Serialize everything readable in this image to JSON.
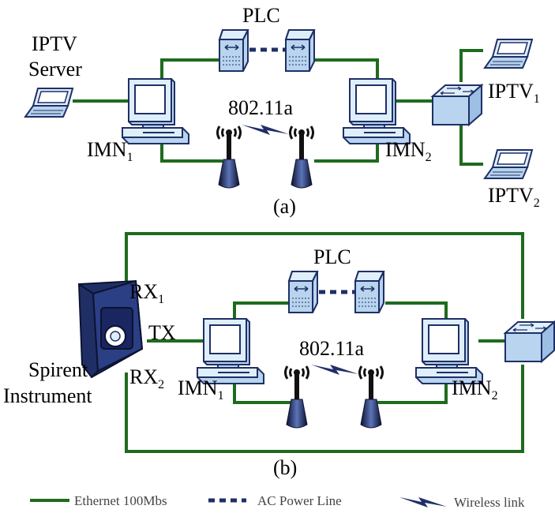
{
  "colors": {
    "ethernet": "#1e6b1e",
    "power_line": "#1f2f66",
    "device_fill": "#b8d4ee",
    "device_stroke": "#1f2f66"
  },
  "panel_a": {
    "caption": "(a)",
    "server_label": [
      "IPTV",
      "Server"
    ],
    "plc_label": "PLC",
    "wifi_label": "802.11a",
    "imn1": {
      "base": "IMN",
      "sub": "1"
    },
    "imn2": {
      "base": "IMN",
      "sub": "2"
    },
    "client1": {
      "base": "IPTV",
      "sub": "1"
    },
    "client2": {
      "base": "IPTV",
      "sub": "2"
    }
  },
  "panel_b": {
    "caption": "(b)",
    "plc_label": "PLC",
    "wifi_label": "802.11a",
    "imn1": {
      "base": "IMN",
      "sub": "1"
    },
    "imn2": {
      "base": "IMN",
      "sub": "2"
    },
    "rx1": {
      "base": "RX",
      "sub": "1"
    },
    "rx2": {
      "base": "RX",
      "sub": "2"
    },
    "tx": "TX",
    "instrument_label": [
      "Spirent",
      "Instrument"
    ]
  },
  "legend": {
    "ethernet": "Ethernet 100Mbs",
    "power_line": "AC Power Line",
    "wireless": "Wireless link"
  }
}
